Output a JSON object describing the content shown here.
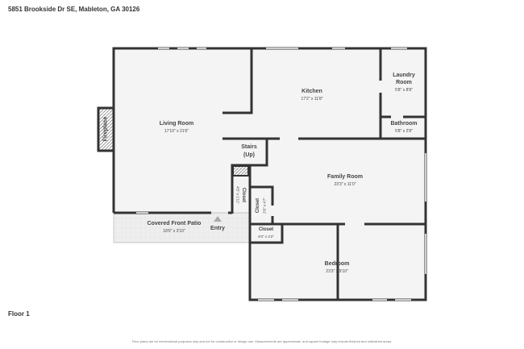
{
  "title": "5851 Brookside Dr SE, Mableton, GA 30126",
  "floor_label": "Floor 1",
  "disclaimer": "Floor plans are for informational purposes only and not for construction or design use. Measurements are approximate, and square footage may include finished and unfinished areas.",
  "colors": {
    "wall": "#333333",
    "floor": "#f4f4f4",
    "patio": "#eeeeee"
  },
  "rooms": {
    "living": {
      "name": "Living Room",
      "dims": "17'10\" x 21'6\""
    },
    "kitchen": {
      "name": "Kitchen",
      "dims": "17'2\" x 11'8\""
    },
    "laundry": {
      "name": "Laundry Room",
      "dims": "5'8\" x 8'8\""
    },
    "bathroom": {
      "name": "Bathroom",
      "dims": "5'8\" x 2'8\""
    },
    "stairs": {
      "name": "Stairs (Up)"
    },
    "family": {
      "name": "Family Room",
      "dims": "23'3\" x 11'0\""
    },
    "closet1": {
      "name": "Closet",
      "dims": "4'5\" x 1'11\""
    },
    "closet2": {
      "name": "Closet",
      "dims": "2'6\" x 4'7\""
    },
    "closet3": {
      "name": "Closet",
      "dims": "4'0\" x 2'2\""
    },
    "patio": {
      "name": "Covered Front Patio",
      "dims": "18'0\" x 3'10\""
    },
    "entry": {
      "name": "Entry"
    },
    "bedroom": {
      "name": "Bedroom",
      "dims": "23'3\" x 9'10\""
    },
    "fireplace": {
      "name": "Fireplace"
    }
  }
}
